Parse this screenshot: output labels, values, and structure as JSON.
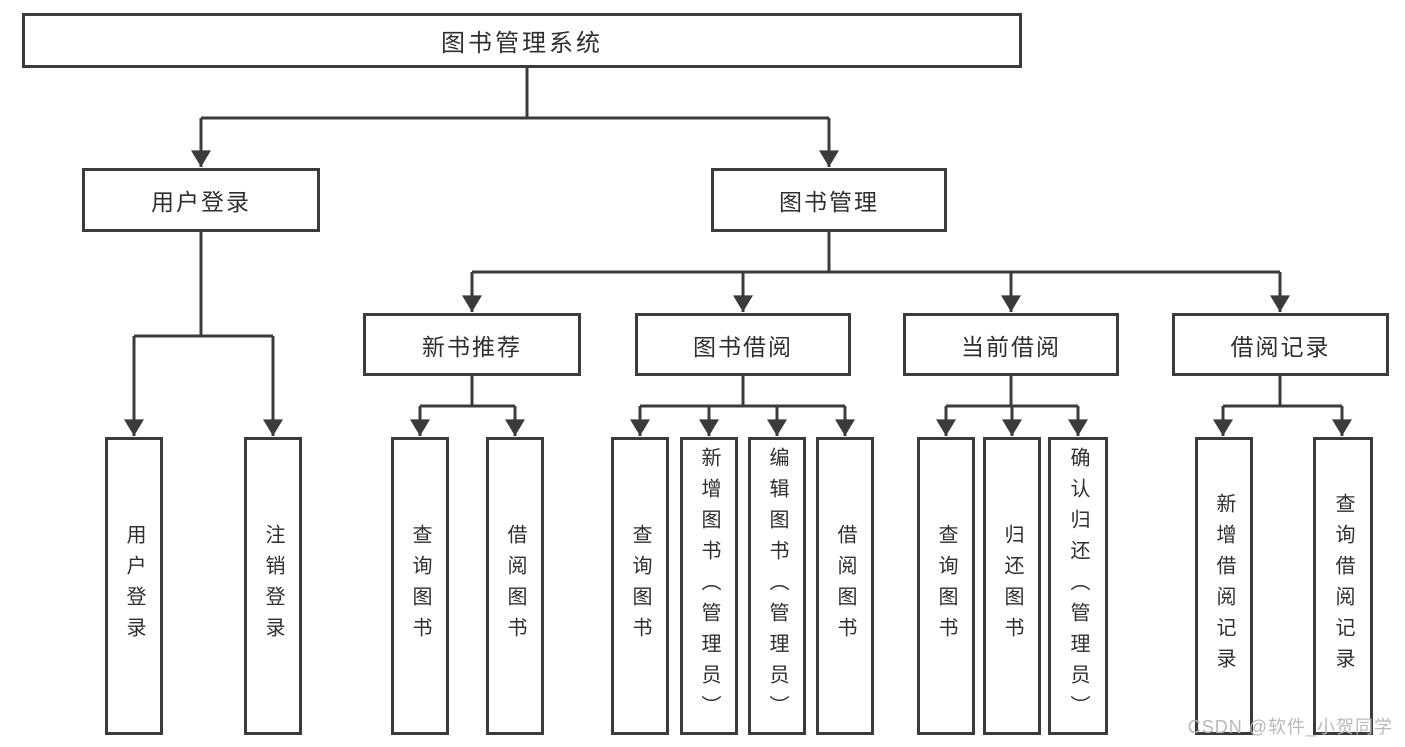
{
  "background": "#ffffff",
  "colors": {
    "line": "#3b3b3b",
    "box_border": "#3b3b3b",
    "text": "#2f2f2f",
    "watermark": "#b9b9b9"
  },
  "watermark": {
    "text": "CSDN @软件_小贺同学"
  },
  "tree": {
    "root": {
      "label": "图书管理系统"
    },
    "children": [
      {
        "label": "用户登录",
        "children": [
          {
            "label": "用户登录"
          },
          {
            "label": "注销登录"
          }
        ]
      },
      {
        "label": "图书管理",
        "children": [
          {
            "label": "新书推荐",
            "children": [
              {
                "label": "查询图书"
              },
              {
                "label": "借阅图书"
              }
            ]
          },
          {
            "label": "图书借阅",
            "children": [
              {
                "label": "查询图书"
              },
              {
                "label": "新增图书（管理员）"
              },
              {
                "label": "编辑图书（管理员）"
              },
              {
                "label": "借阅图书"
              }
            ]
          },
          {
            "label": "当前借阅",
            "children": [
              {
                "label": "查询图书"
              },
              {
                "label": "归还图书"
              },
              {
                "label": "确认归还（管理员）"
              }
            ]
          },
          {
            "label": "借阅记录",
            "children": [
              {
                "label": "新增借阅记录"
              },
              {
                "label": "查询借阅记录"
              }
            ]
          }
        ]
      }
    ]
  }
}
